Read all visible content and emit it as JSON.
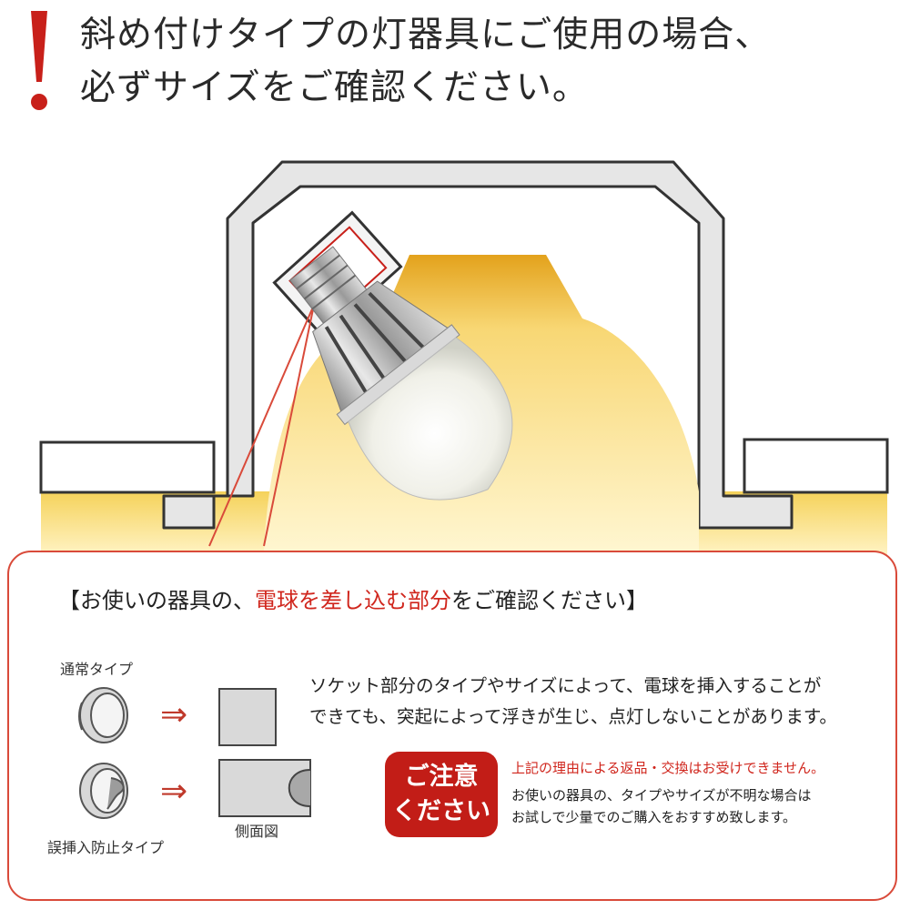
{
  "header": {
    "line1": "斜め付けタイプの灯器具にご使用の場合、",
    "line2": "必ずサイズをご確認ください。"
  },
  "panel": {
    "title_pre": "【お使いの器具の、",
    "title_highlight": "電球を差し込む部分",
    "title_post": "をご確認ください】",
    "normal_type_label": "通常タイプ",
    "anti_insert_label": "誤挿入防止タイプ",
    "side_view_label": "側面図",
    "arrow_symbol": "⇒",
    "description_line1": "ソケット部分のタイプやサイズによって、電球を挿入することが",
    "description_line2": "できても、突起によって浮きが生じ、点灯しないことがあります。",
    "caution_line1": "ご注意",
    "caution_line2": "ください",
    "notice_red": "上記の理由による返品・交換はお受けできません。",
    "notice_line1": "お使いの器具の、タイプやサイズが不明な場合は",
    "notice_line2": "お試しで少量でのご購入をおすすめ致します。"
  },
  "colors": {
    "accent_red": "#c21d17",
    "warm_glow": "#f5c94a",
    "fixture_gray": "#e6e6e6"
  }
}
